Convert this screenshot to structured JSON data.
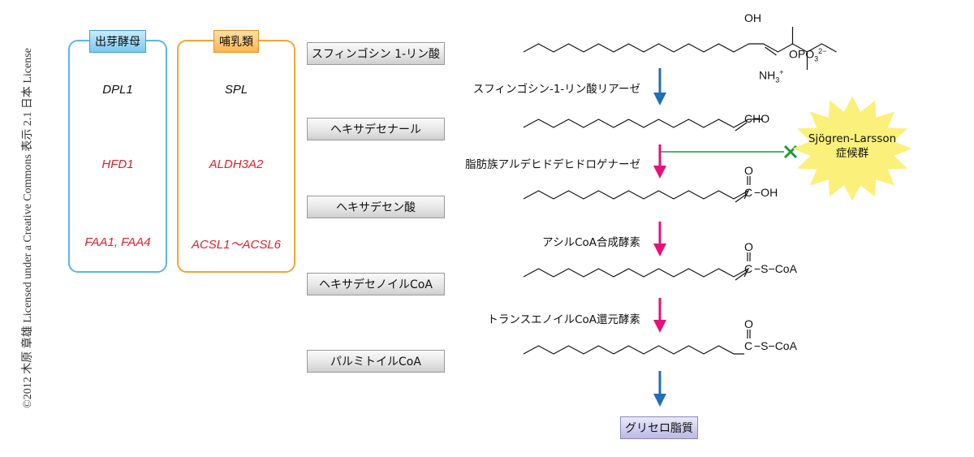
{
  "copyright": "©2012 木原 章雄 Licensed under a Creative Commons 表示 2.1 日本 License",
  "organisms": [
    {
      "label": "出芽酵母",
      "color": "#5bb6e6",
      "genes": [
        "DPL1",
        "HFD1",
        "FAA1, FAA4"
      ]
    },
    {
      "label": "哺乳類",
      "color": "#f0a636",
      "genes": [
        "SPL",
        "ALDH3A2",
        "ACSL1〜ACSL6"
      ]
    }
  ],
  "compounds": [
    "スフィンゴシン 1-リン酸",
    "ヘキサデセナール",
    "ヘキサデセン酸",
    "ヘキサデセノイルCoA",
    "パルミトイルCoA"
  ],
  "enzymes": [
    "スフィンゴシン-1-リン酸リアーゼ",
    "脂肪族アルデヒドデヒドロゲナーゼ",
    "アシルCoA合成酵素",
    "トランスエノイルCoA還元酵素"
  ],
  "final_product": "グリセロ脂質",
  "disease": {
    "name": "Sjögren-Larsson",
    "suffix": "症候群"
  },
  "structures": {
    "s1p": {
      "oh": "OH",
      "nh3": "NH",
      "nh3_sub": "3",
      "nh3_sup": "+",
      "opo3": "OPO",
      "opo3_sub": "3",
      "opo3_sup": "2−"
    },
    "aldehyde": "CHO",
    "acid": {
      "o": "O",
      "c": "C",
      "oh": "−OH"
    },
    "acyl_coa": {
      "o": "O",
      "c": "C",
      "rest": "−S−CoA"
    }
  },
  "colors": {
    "arrow_blue": "#1f6fb8",
    "arrow_magenta": "#e4127a",
    "inhibit_green": "#1e9a3a",
    "burst_yellow": "#fbf07a",
    "gene_red": "#e0202e"
  }
}
